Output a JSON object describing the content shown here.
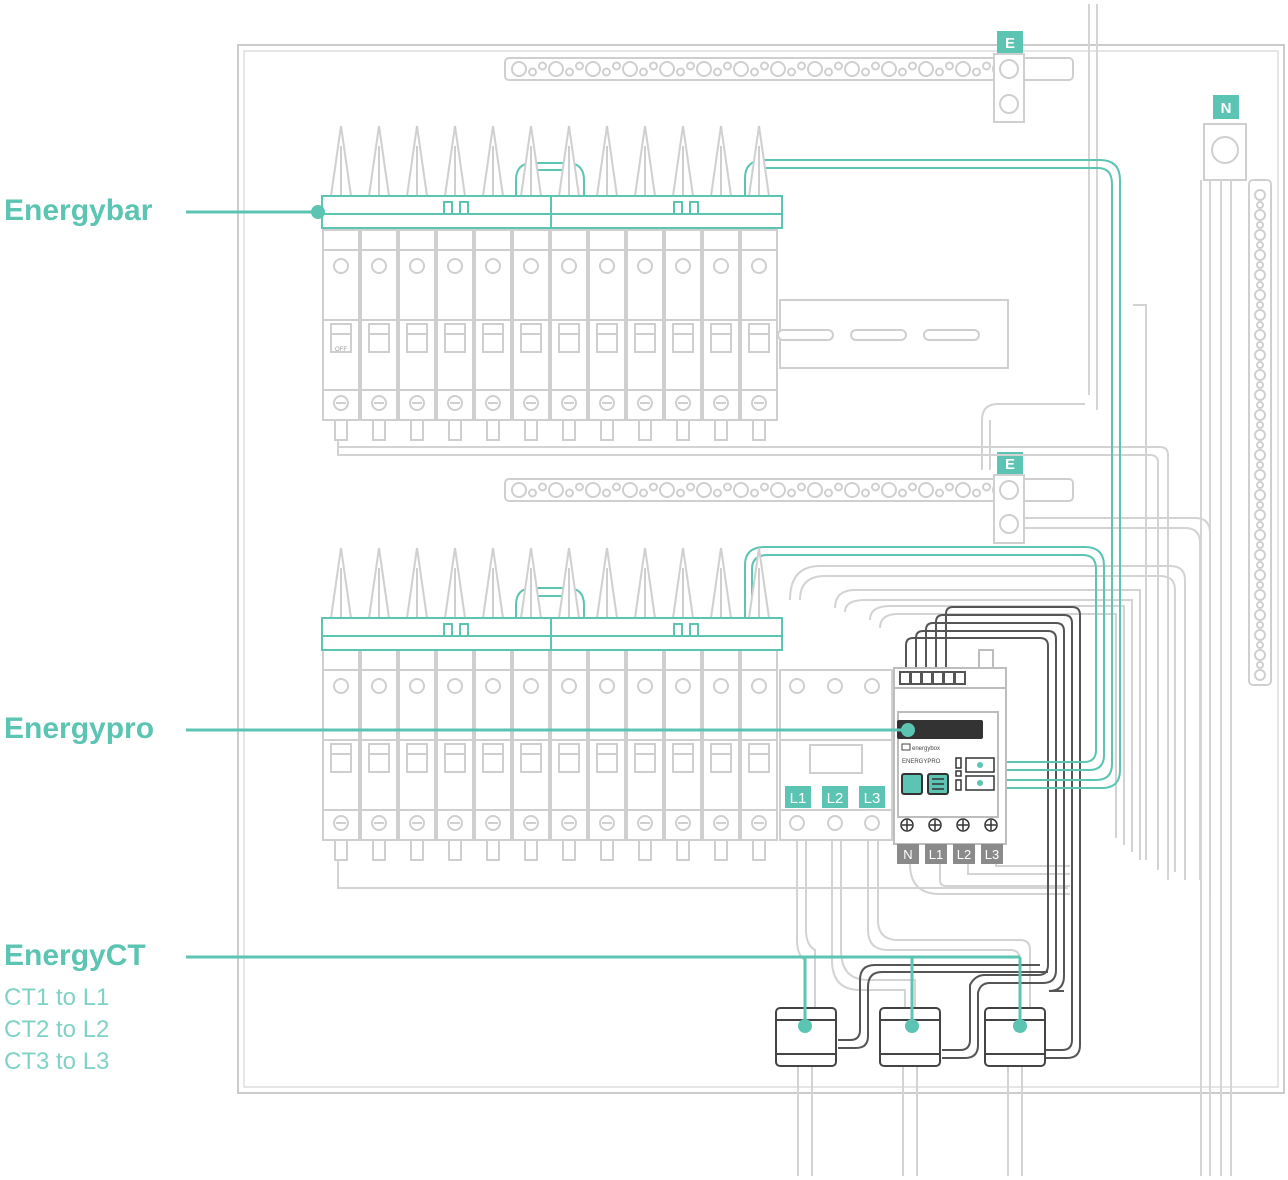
{
  "colors": {
    "accent": "#5cc4b3",
    "accent_light": "#7fd3c6",
    "line_gray": "#c9c9c9",
    "dark": "#333333",
    "term_gray": "#8a8a8a"
  },
  "callouts": {
    "energybar": "Energybar",
    "energypro": "Energypro",
    "energyct": "EnergyCT",
    "ct_assignments": [
      "CT1 to L1",
      "CT2 to L2",
      "CT3 to L3"
    ]
  },
  "bus_tags": {
    "earth_top": "E",
    "earth_middle": "E",
    "neutral": "N"
  },
  "phase_tags": [
    "L1",
    "L2",
    "L3"
  ],
  "device": {
    "brand": "energybox",
    "model": "ENERGYPRO",
    "terminals": [
      "N",
      "L1",
      "L2",
      "L3"
    ]
  },
  "breaker": {
    "off_label": "OFF"
  }
}
